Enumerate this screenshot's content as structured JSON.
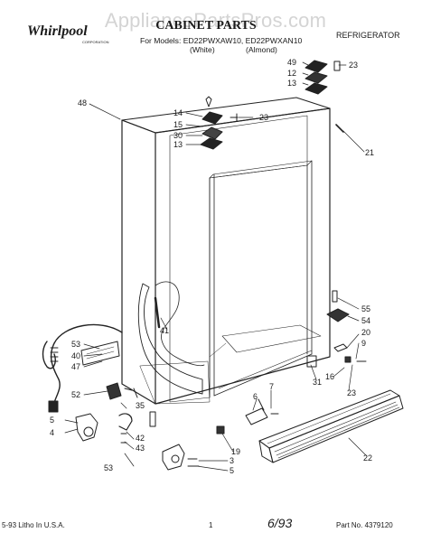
{
  "watermark": "AppliancePartsPros.com",
  "logo": {
    "brand": "Whirlpool",
    "subtext": "CORPORATION"
  },
  "header": {
    "title": "CABINET PARTS",
    "models_line": "For Models: ED22PWXAW10, ED22PWXAN10",
    "variant_white": "(White)",
    "variant_almond": "(Almond)",
    "category": "REFRIGERATOR"
  },
  "footer": {
    "left": "5-93 Litho In U.S.A.",
    "page": "1",
    "handwritten_date": "6/93",
    "part_no": "Part No. 4379120"
  },
  "callouts": [
    "49",
    "23",
    "12",
    "13",
    "48",
    "14",
    "23",
    "15",
    "30",
    "13",
    "21",
    "55",
    "54",
    "20",
    "9",
    "41",
    "16",
    "23",
    "31",
    "53",
    "40",
    "47",
    "52",
    "7",
    "6",
    "35",
    "5",
    "4",
    "42",
    "43",
    "53",
    "19",
    "3",
    "5",
    "22"
  ]
}
